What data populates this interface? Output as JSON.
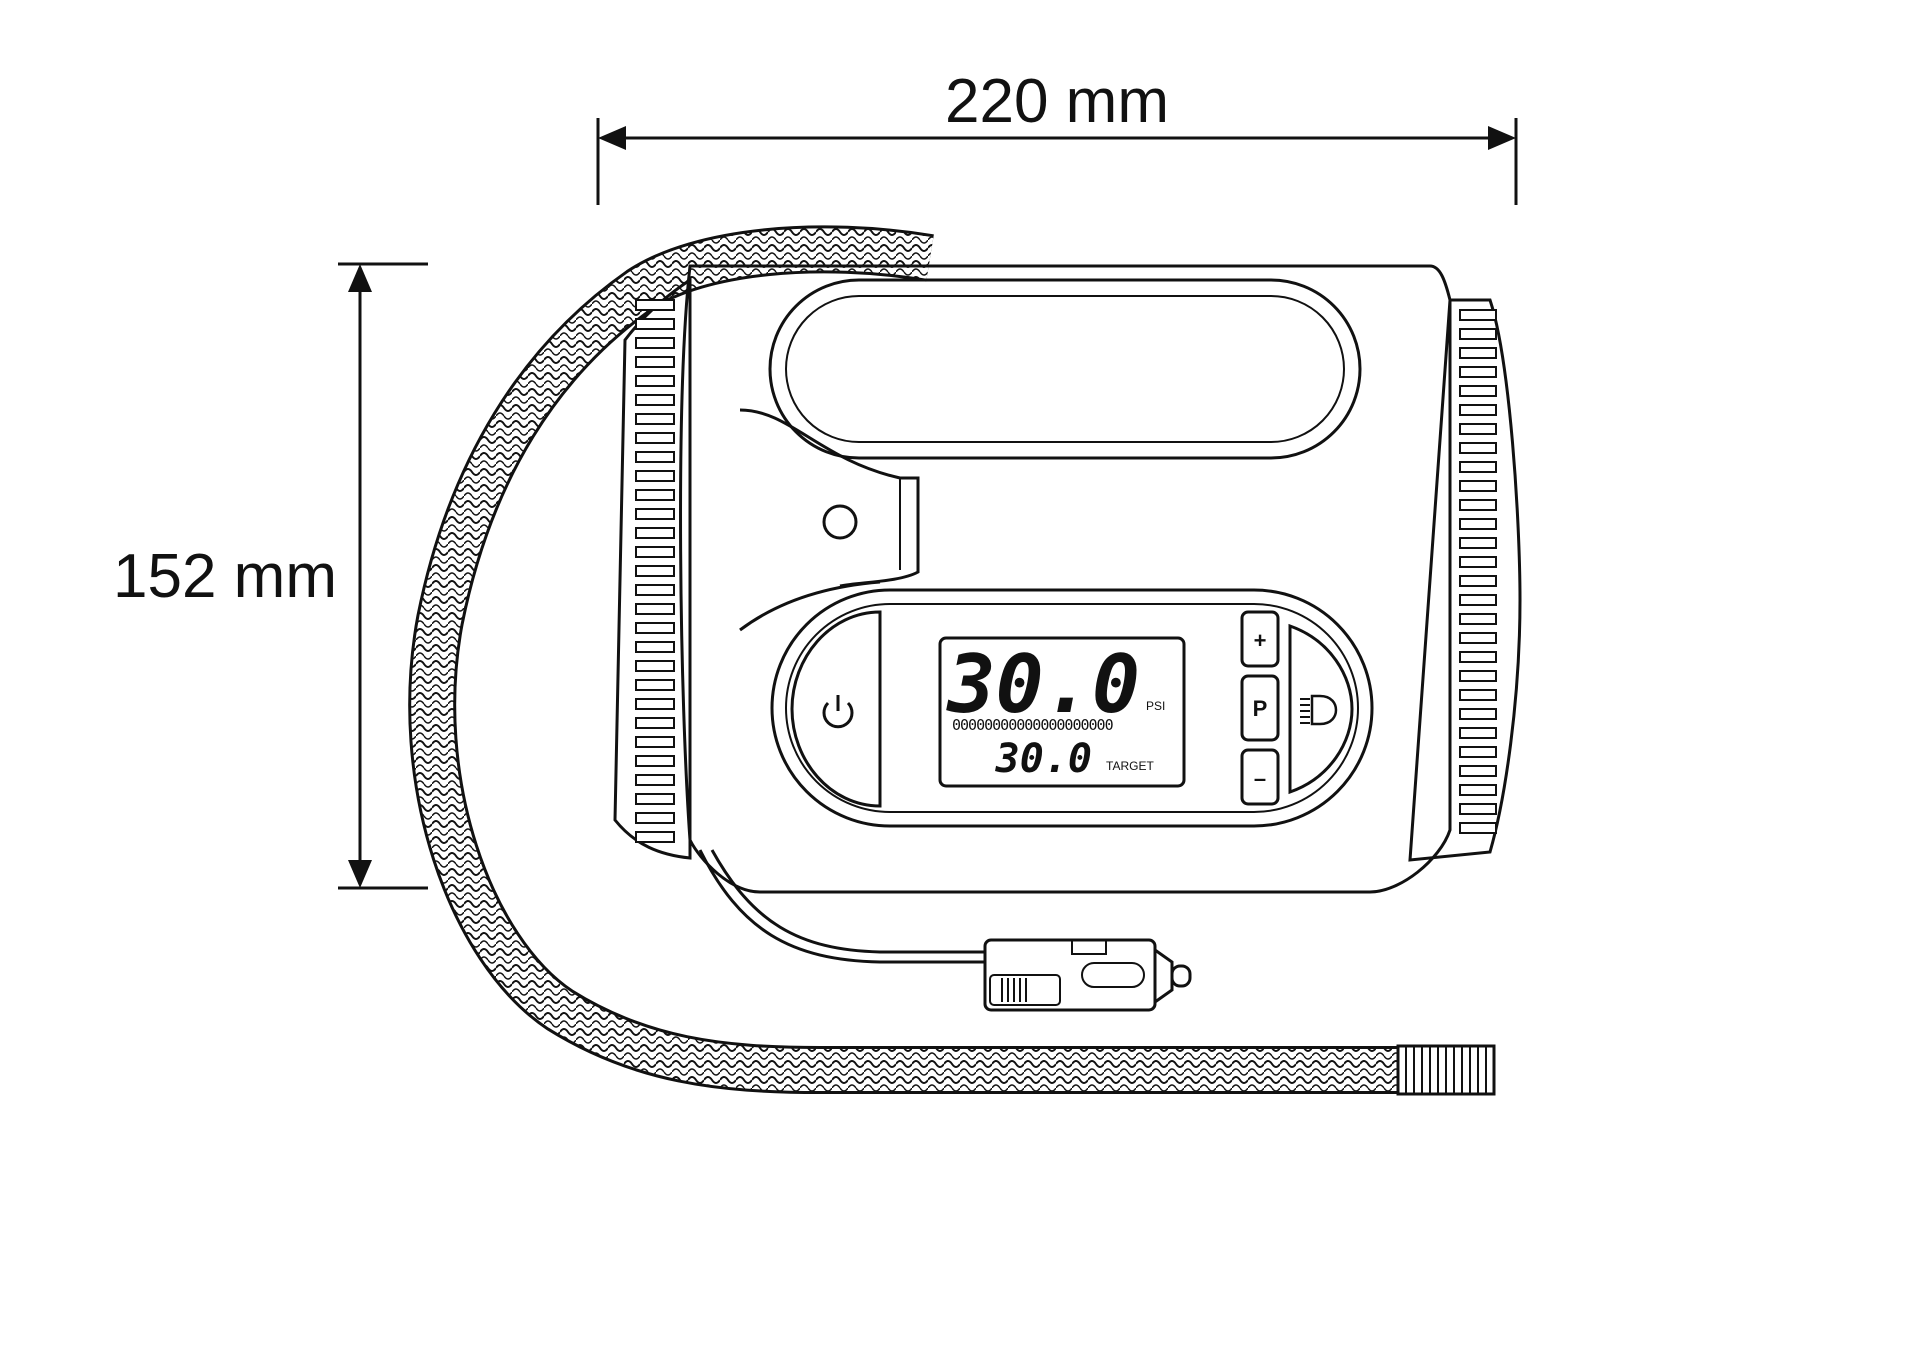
{
  "dimensions": {
    "width_label": "220 mm",
    "height_label": "152 mm"
  },
  "display": {
    "pressure_value": "30.0",
    "pressure_unit": "PSI",
    "bar_segments": "00000000000000000000",
    "target_value": "30.0",
    "target_label": "TARGET"
  },
  "buttons": {
    "plus_label": "+",
    "preset_label": "P",
    "minus_label": "–"
  },
  "icons": {
    "power": "power-icon",
    "light": "headlight-icon"
  },
  "colors": {
    "line": "#111111",
    "background": "#ffffff"
  }
}
